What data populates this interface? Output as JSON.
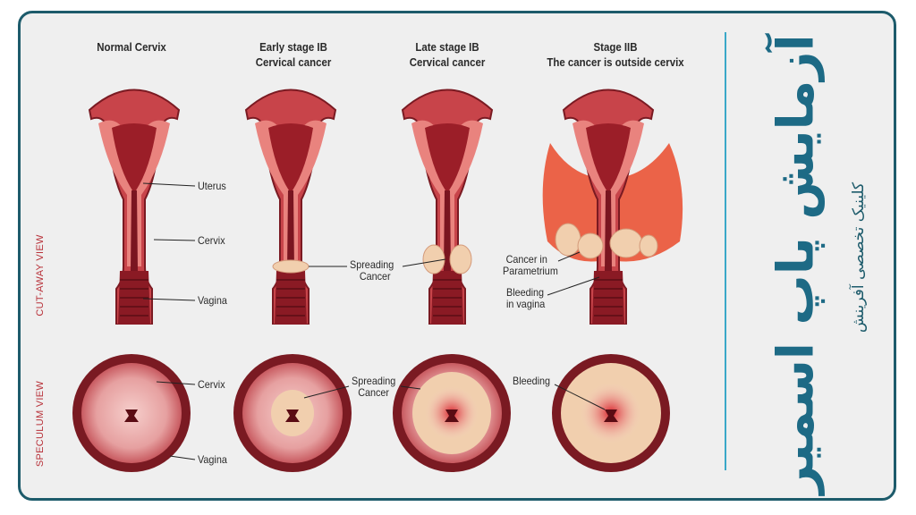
{
  "titles": [
    {
      "line1": "Normal Cervix",
      "line2": ""
    },
    {
      "line1": "Early stage IB",
      "line2": "Cervical cancer"
    },
    {
      "line1": "Late stage IB",
      "line2": "Cervical cancer"
    },
    {
      "line1": "Stage IIB",
      "line2": "The cancer is outside cervix"
    }
  ],
  "side_labels": {
    "cutaway": "CUT-AWAY VIEW",
    "speculum": "SPECULUM VIEW"
  },
  "labels": {
    "uterus": "Uterus",
    "cervix": "Cervix",
    "vagina": "Vagina",
    "spreading1": "Spreading",
    "spreading2": "Cancer",
    "parametrium1": "Cancer in",
    "parametrium2": "Parametrium",
    "bleeding1": "Bleeding",
    "bleeding2": "in vagina",
    "spec_cervix": "Cervix",
    "spec_vagina": "Vagina",
    "spec_spreading1": "Spreading",
    "spec_spreading2": "Cancer",
    "spec_bleeding": "Bleeding"
  },
  "brand": {
    "title": "آزمایش پاپ اسمیر",
    "subtitle": "کلینیک تخصصی آفرینش"
  },
  "colors": {
    "frame": "#1d5b6b",
    "tissue": "#c8444a",
    "dark": "#6e1018",
    "cancer": "#f1cfae",
    "accent": "#3aa8c8"
  }
}
